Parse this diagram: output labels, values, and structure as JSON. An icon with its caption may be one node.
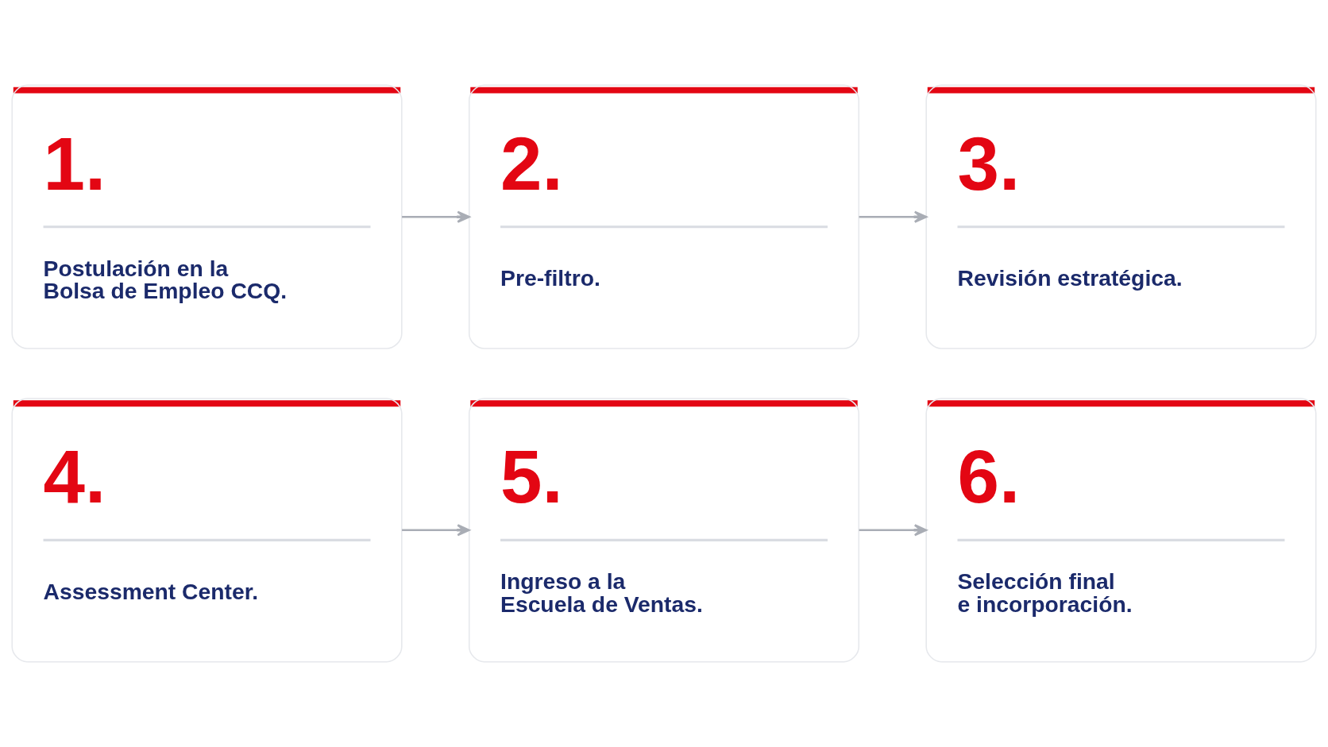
{
  "diagram": {
    "nodes": [
      {
        "text": [
          "1.",
          "Postulación en la Bolsa de Empleo CCQ."
        ]
      },
      {
        "text": [
          "2.",
          "Pre-filtro."
        ]
      },
      {
        "text": [
          "3.",
          "Revisión estratégica."
        ]
      },
      {
        "text": [
          "4.",
          "Assessment Center."
        ]
      },
      {
        "text": [
          "5.",
          "Ingreso a la Escuela de Ventas."
        ]
      },
      {
        "text": [
          "6.",
          "Selección final e incorporación."
        ]
      }
    ],
    "edges": [
      {
        "from": 0,
        "to": 1,
        "arrow": "to"
      },
      {
        "from": 1,
        "to": 2,
        "arrow": "to"
      },
      {
        "from": 3,
        "to": 4,
        "arrow": "to"
      },
      {
        "from": 4,
        "to": 5,
        "arrow": "to"
      }
    ]
  }
}
